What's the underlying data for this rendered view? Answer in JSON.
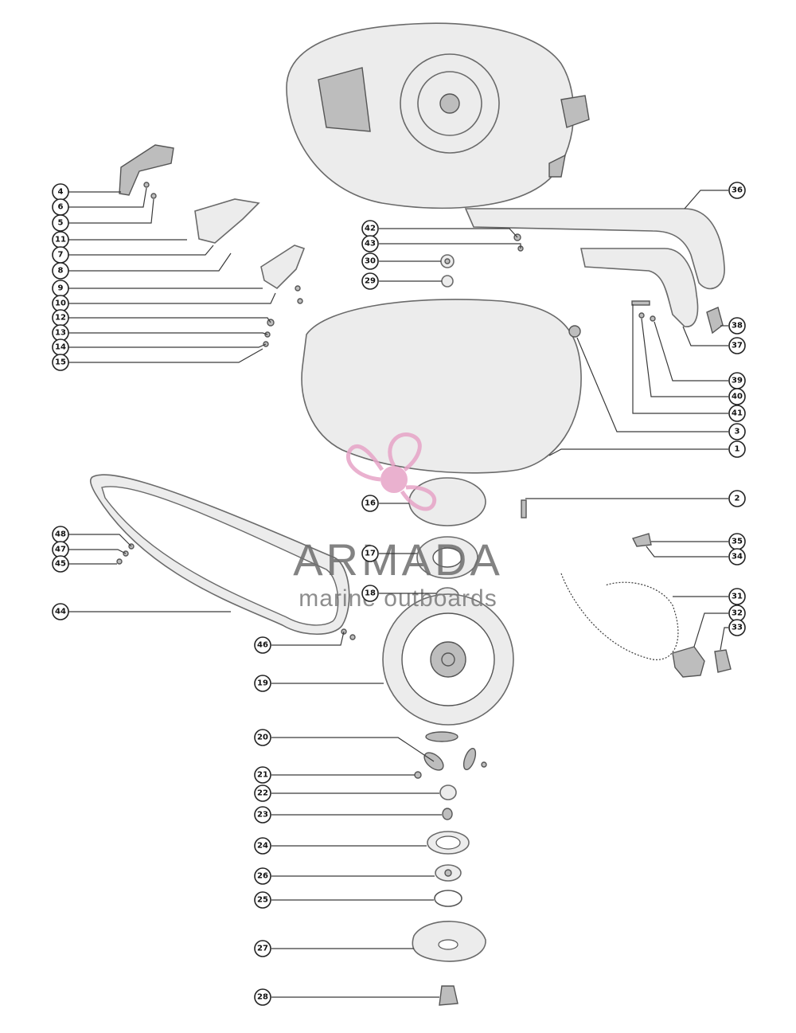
{
  "watermark": {
    "brand": "ARMADA",
    "tagline": "marine outboards",
    "color": "#e7a4c7"
  },
  "callouts": [
    "1",
    "2",
    "3",
    "4",
    "5",
    "6",
    "7",
    "8",
    "9",
    "10",
    "11",
    "12",
    "13",
    "14",
    "15",
    "16",
    "17",
    "18",
    "19",
    "20",
    "21",
    "22",
    "23",
    "24",
    "25",
    "26",
    "27",
    "28",
    "29",
    "30",
    "31",
    "32",
    "33",
    "34",
    "35",
    "36",
    "37",
    "38",
    "39",
    "40",
    "41",
    "42",
    "43",
    "44",
    "45",
    "46",
    "47",
    "48"
  ]
}
